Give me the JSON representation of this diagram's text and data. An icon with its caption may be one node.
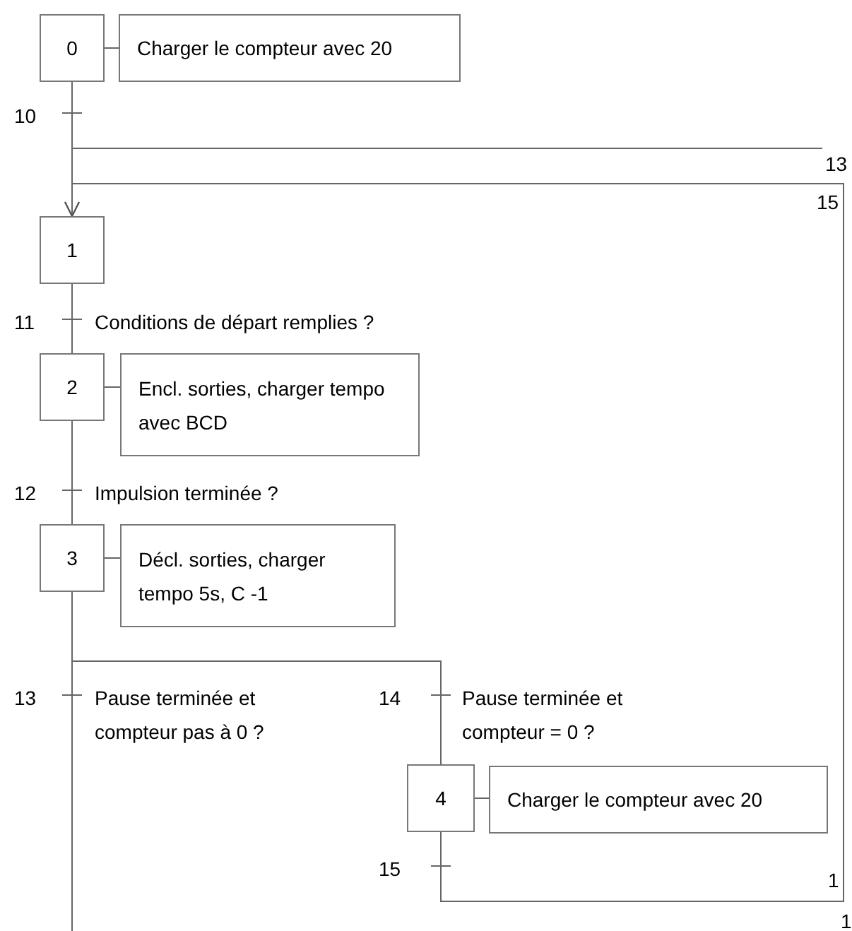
{
  "diagram": {
    "nodes": [
      {
        "text": [
          "0"
        ]
      },
      {
        "text": [
          "Charger le compteur avec 20"
        ]
      },
      {
        "text": [
          "1"
        ]
      },
      {
        "text": [
          "2"
        ]
      },
      {
        "text": [
          "Encl. sorties, charger tempo avec BCD"
        ]
      },
      {
        "text": [
          "3"
        ]
      },
      {
        "text": [
          "Décl. sorties, charger tempo 5s, C -1"
        ]
      },
      {
        "text": [
          "4"
        ]
      },
      {
        "text": [
          "Charger le compteur avec 20"
        ]
      },
      {
        "text": [
          "13"
        ]
      }
    ],
    "edges": [
      {
        "from": 0,
        "to": 1,
        "arrow": "none"
      },
      {
        "from": 0,
        "to": 2,
        "arrow": "none"
      },
      {
        "from": 9,
        "to": 2,
        "arrow": "to"
      },
      {
        "from": 7,
        "to": 2,
        "arrow": "to"
      },
      {
        "from": 2,
        "to": 3,
        "arrow": "none"
      },
      {
        "from": 3,
        "to": 4,
        "arrow": "none"
      },
      {
        "from": 3,
        "to": 5,
        "arrow": "none"
      },
      {
        "from": 5,
        "to": 6,
        "arrow": "none"
      },
      {
        "from": 5,
        "to": null,
        "arrow": "none"
      },
      {
        "from": 5,
        "to": 7,
        "arrow": "none"
      },
      {
        "from": 7,
        "to": 8,
        "arrow": "none"
      }
    ],
    "labels": [
      "10",
      "15",
      "11",
      "Conditions de départ remplies ?",
      "12",
      "Impulsion terminée ?",
      "13",
      "Pause terminée et compteur pas à 0 ?",
      "14",
      "Pause terminée et compteur = 0 ?",
      "15",
      "1",
      "1"
    ]
  }
}
